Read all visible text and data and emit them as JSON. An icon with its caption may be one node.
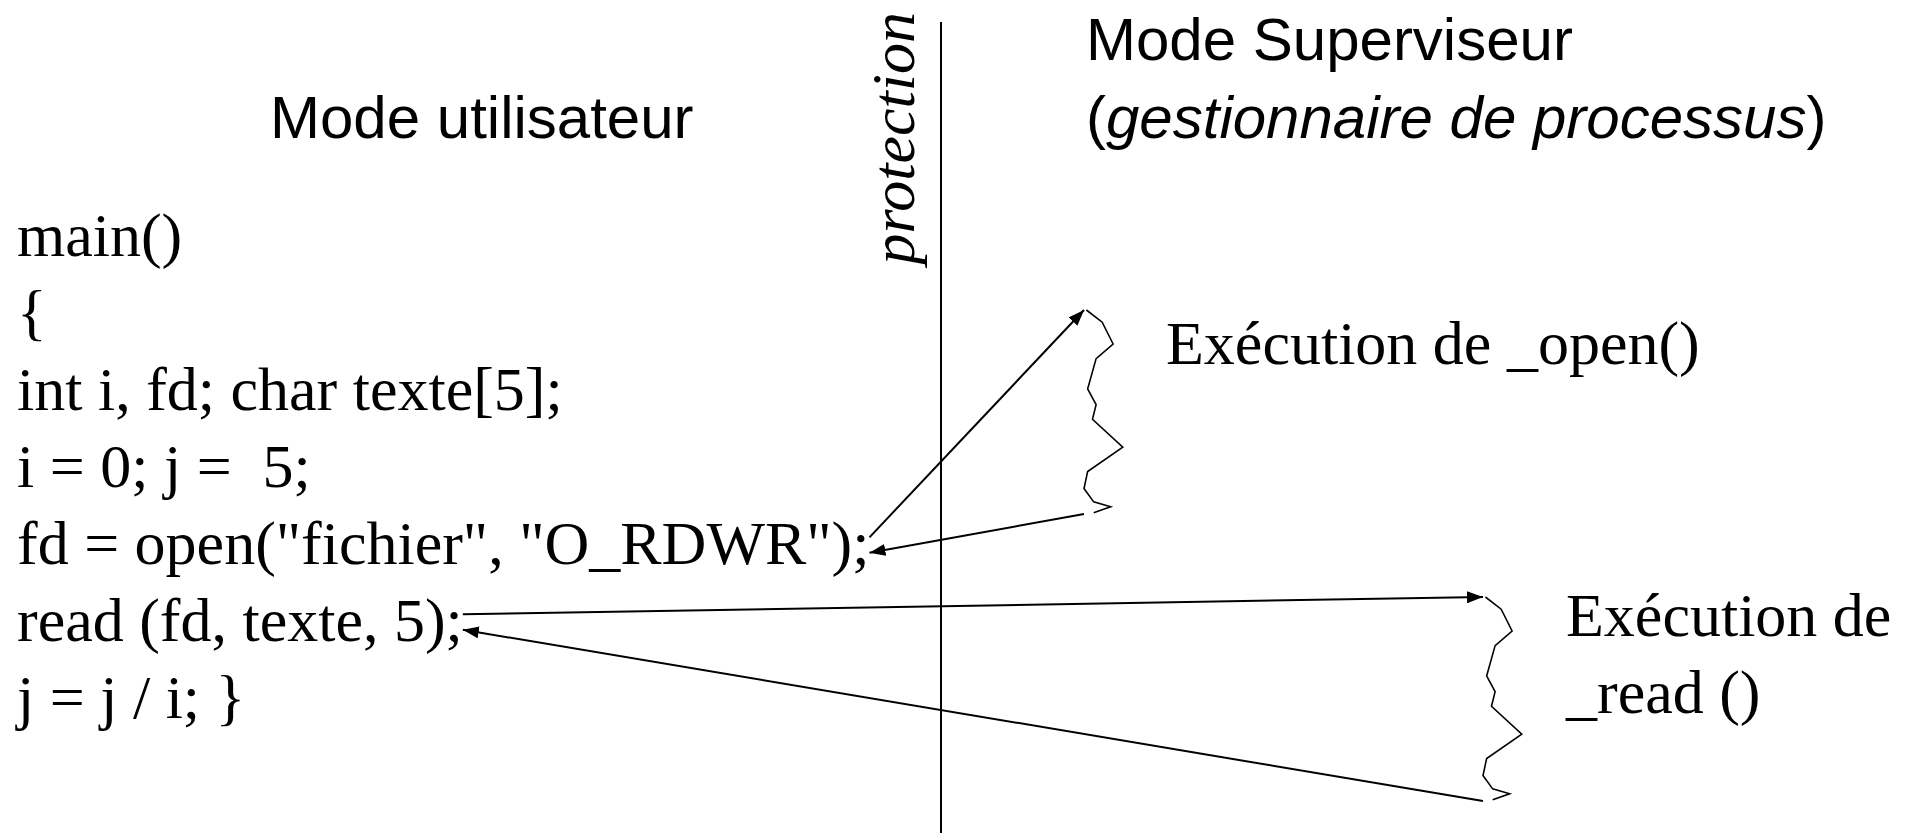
{
  "diagram": {
    "nodes": [
      {
        "text": [
          "fd = open(\"fichier\", \"O_RDWR\");"
        ]
      },
      {
        "text": [
          "read (fd, texte, 5);"
        ]
      },
      {
        "text": [],
        "shape": "zigzag",
        "beside": [
          "Exécution de _open()"
        ]
      },
      {
        "text": [],
        "shape": "zigzag",
        "beside": [
          "Exécution de _read ()"
        ]
      }
    ],
    "edges": [
      {
        "from": 0,
        "to": 2,
        "arrow": "to"
      },
      {
        "from": 2,
        "to": 0,
        "arrow": "to"
      },
      {
        "from": 1,
        "to": 3,
        "arrow": "to"
      },
      {
        "from": 3,
        "to": 1,
        "arrow": "to"
      }
    ],
    "labels": [
      "Mode Superviseur",
      "(*gestionnaire de processus*)",
      "protection",
      "Mode utilisateur",
      "main()",
      "{",
      "int i, fd; char texte[5];",
      "i = 0; j =  5;",
      "j = j / i; }"
    ]
  }
}
